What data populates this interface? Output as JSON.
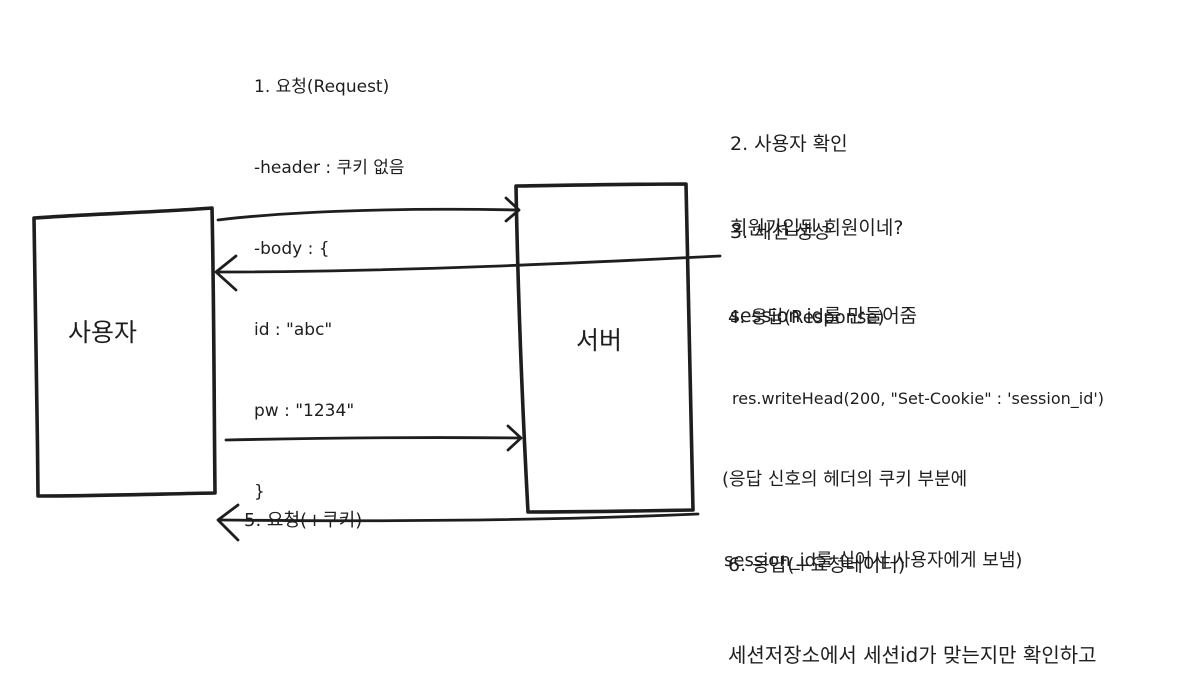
{
  "client_box": {
    "label": "사용자"
  },
  "server_box": {
    "label": "서버"
  },
  "notes": {
    "request": [
      "1. 요청(Request)",
      "-header : 쿠키 없음",
      "-body : {",
      "id : \"abc\"",
      "pw : \"1234\"",
      "}"
    ],
    "verify": [
      "2. 사용자 확인",
      "회원가입된 회원이네?"
    ],
    "create_session": [
      "3. 세션 생성",
      "session id를 만들어줌"
    ],
    "response": [
      "4. 응답(Response)",
      "res.writeHead(200, \"Set-Cookie\" : 'session_id')",
      "(응답 신호의 헤더의 쿠키 부분에",
      "session_id를 실어서 사용자에게 보냄)"
    ],
    "request_cookie": [
      "5. 요청(+쿠키)"
    ],
    "response_data": [
      "6. 응답(+요청데이터)",
      "세션저장소에서 세션id가 맞는지만 확인하고"
    ]
  }
}
